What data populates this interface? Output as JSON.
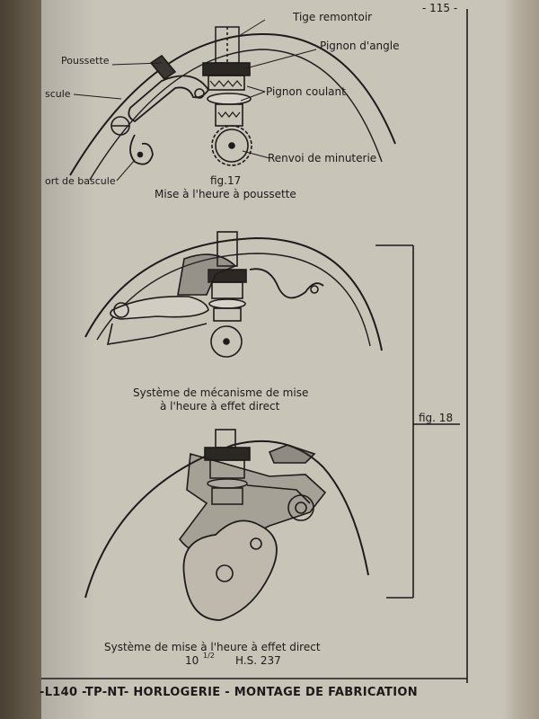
{
  "page_number": "- 115 -",
  "fig17": {
    "labels": {
      "tige_remontoir": "Tige remontoir",
      "pignon_angle": "Pignon d'angle",
      "poussette": "Poussette",
      "bascule": "scule",
      "pignon_coulant": "Pignon coulant",
      "renvoi_minuterie": "Renvoi de minuterie",
      "ressort_bascule": "ort de bascule"
    },
    "number": "fig.17",
    "caption": "Mise à l'heure à poussette"
  },
  "fig18": {
    "number": "fig. 18",
    "caption_top_line1": "Système de mécanisme de mise",
    "caption_top_line2": "à l'heure à effet direct",
    "caption_bottom_line1": "Système de mise à l'heure à effet direct",
    "caption_bottom_size": "10",
    "caption_bottom_fraction": "1/2",
    "caption_bottom_ref": "H.S. 237"
  },
  "footer": "-L140 -TP-NT- HORLOGERIE - MONTAGE DE FABRICATION"
}
